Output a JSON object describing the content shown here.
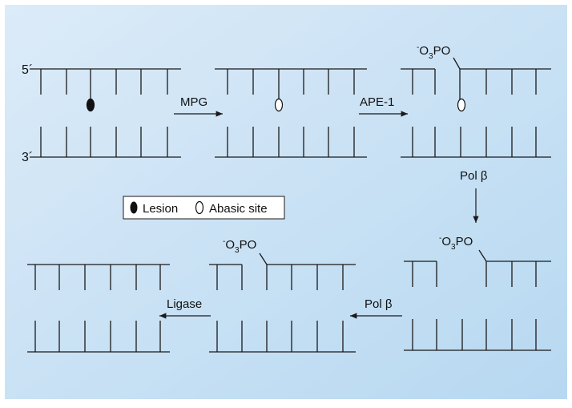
{
  "strand_labels": {
    "five_prime": "5´",
    "three_prime": "3´"
  },
  "enzymes": {
    "mpg": "MPG",
    "ape1": "APE-1",
    "pol_beta_down": "Pol β",
    "pol_beta_left": "Pol β",
    "ligase": "Ligase"
  },
  "phosphate": {
    "prefix": "-",
    "o": "O",
    "sub": "3",
    "po": "PO"
  },
  "legend": {
    "lesion": "Lesion",
    "abasic": "Abasic site"
  },
  "colors": {
    "background_top": "#dcebf8",
    "background_bottom": "#b7d8f1",
    "line": "#1a1a1a"
  }
}
